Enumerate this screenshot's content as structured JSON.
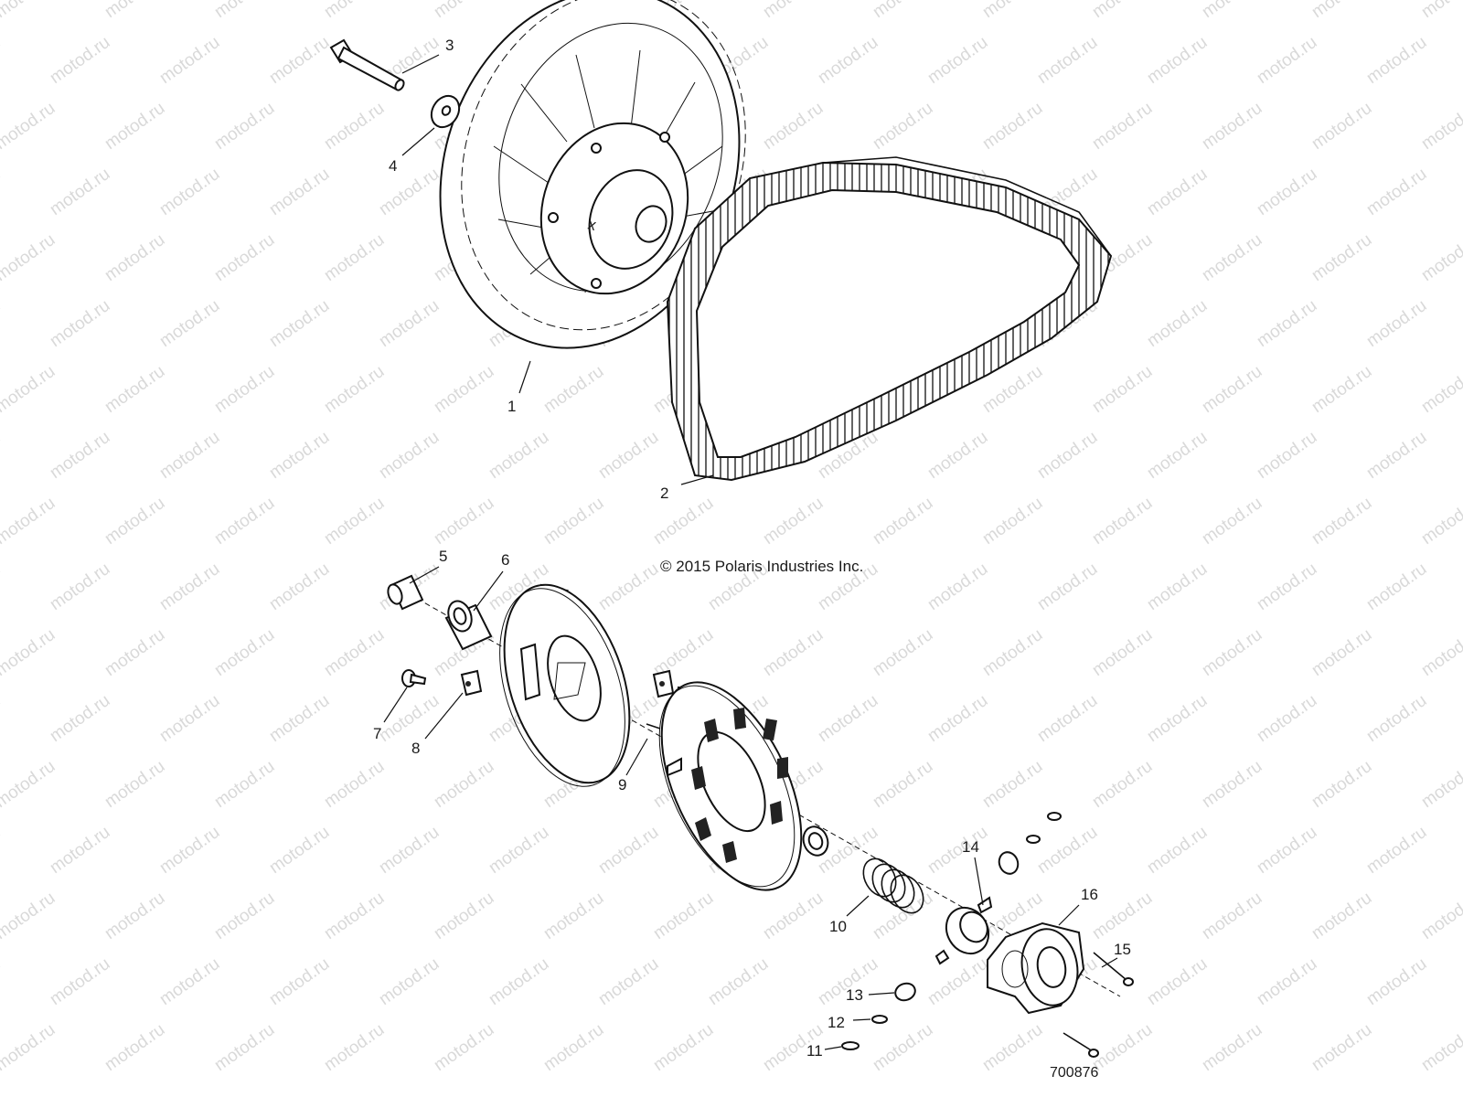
{
  "watermark": "motod.ru",
  "copyright": "© 2015 Polaris Industries Inc.",
  "figure_number": "700876",
  "callouts": [
    {
      "id": "callout-1",
      "label": "1"
    },
    {
      "id": "callout-2",
      "label": "2"
    },
    {
      "id": "callout-3",
      "label": "3"
    },
    {
      "id": "callout-4",
      "label": "4"
    },
    {
      "id": "callout-5",
      "label": "5"
    },
    {
      "id": "callout-6",
      "label": "6"
    },
    {
      "id": "callout-7",
      "label": "7"
    },
    {
      "id": "callout-8",
      "label": "8"
    },
    {
      "id": "callout-9",
      "label": "9"
    },
    {
      "id": "callout-10",
      "label": "10"
    },
    {
      "id": "callout-11",
      "label": "11"
    },
    {
      "id": "callout-12",
      "label": "12"
    },
    {
      "id": "callout-13",
      "label": "13"
    },
    {
      "id": "callout-14",
      "label": "14"
    },
    {
      "id": "callout-15",
      "label": "15"
    },
    {
      "id": "callout-16",
      "label": "16"
    }
  ]
}
